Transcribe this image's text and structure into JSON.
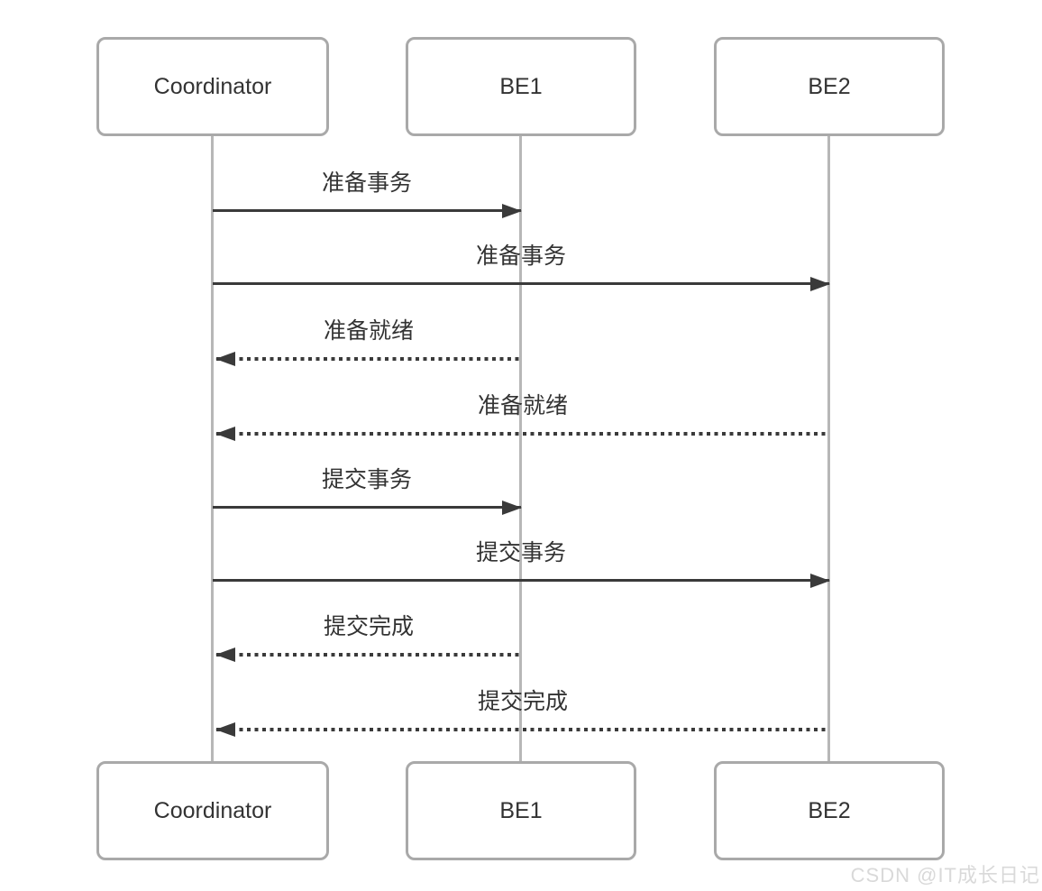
{
  "diagram": {
    "type": "sequence-diagram",
    "participants": [
      {
        "id": "coordinator",
        "label": "Coordinator"
      },
      {
        "id": "be1",
        "label": "BE1"
      },
      {
        "id": "be2",
        "label": "BE2"
      }
    ],
    "messages": [
      {
        "from": "coordinator",
        "to": "be1",
        "label": "准备事务",
        "style": "solid"
      },
      {
        "from": "coordinator",
        "to": "be2",
        "label": "准备事务",
        "style": "solid"
      },
      {
        "from": "be1",
        "to": "coordinator",
        "label": "准备就绪",
        "style": "dotted"
      },
      {
        "from": "be2",
        "to": "coordinator",
        "label": "准备就绪",
        "style": "dotted"
      },
      {
        "from": "coordinator",
        "to": "be1",
        "label": "提交事务",
        "style": "solid"
      },
      {
        "from": "coordinator",
        "to": "be2",
        "label": "提交事务",
        "style": "solid"
      },
      {
        "from": "be1",
        "to": "coordinator",
        "label": "提交完成",
        "style": "dotted"
      },
      {
        "from": "be2",
        "to": "coordinator",
        "label": "提交完成",
        "style": "dotted"
      }
    ],
    "watermark": "CSDN @IT成长日记",
    "colors": {
      "box_border": "#a9a9a9",
      "lifeline": "#b7b7b7",
      "arrow": "#3a3a3a",
      "text": "#333333",
      "watermark": "#d9d9d9"
    }
  }
}
